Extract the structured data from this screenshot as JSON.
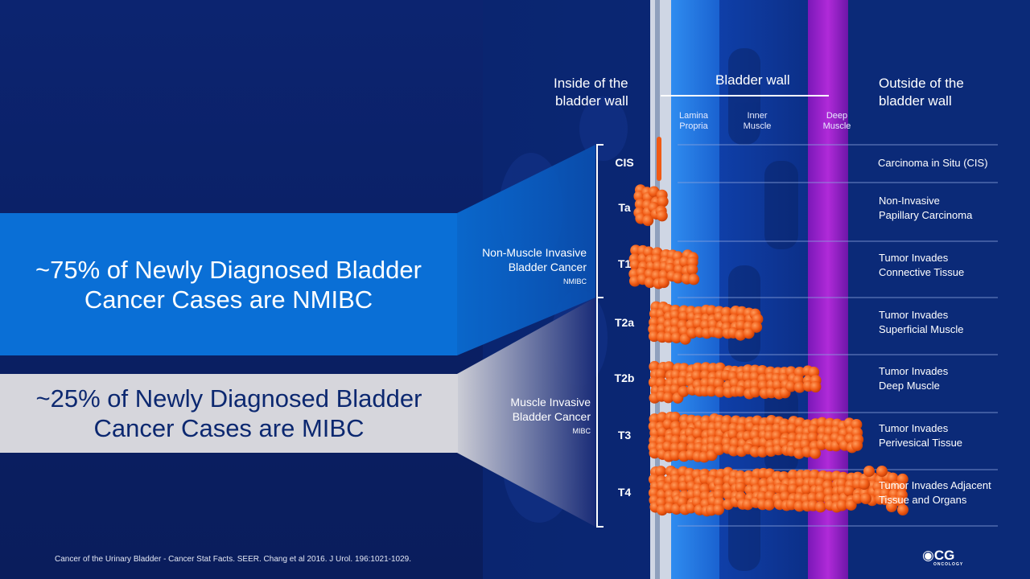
{
  "banners": {
    "nmibc_line1": "~75% of Newly Diagnosed Bladder",
    "nmibc_line2": "Cancer Cases are NMIBC",
    "mibc_line1": "~25% of Newly Diagnosed Bladder",
    "mibc_line2": "Cancer Cases are MIBC"
  },
  "headers": {
    "inside_line1": "Inside of the",
    "inside_line2": "bladder wall",
    "bladder_wall": "Bladder wall",
    "outside_line1": "Outside of the",
    "outside_line2": "bladder wall"
  },
  "layers": [
    {
      "line1": "Lamina",
      "line2": "Propria"
    },
    {
      "line1": "Inner",
      "line2": "Muscle"
    },
    {
      "line1": "Deep",
      "line2": "Muscle"
    }
  ],
  "groups": {
    "nmibc_line1": "Non-Muscle Invasive",
    "nmibc_line2": "Bladder Cancer",
    "nmibc_abbr": "NMIBC",
    "mibc_line1": "Muscle Invasive",
    "mibc_line2": "Bladder Cancer",
    "mibc_abbr": "MIBC"
  },
  "stages": [
    {
      "code": "CIS",
      "desc_line1": "Carcinoma in Situ (CIS)",
      "desc_line2": ""
    },
    {
      "code": "Ta",
      "desc_line1": "Non-Invasive",
      "desc_line2": "Papillary Carcinoma"
    },
    {
      "code": "T1",
      "desc_line1": "Tumor Invades",
      "desc_line2": "Connective Tissue"
    },
    {
      "code": "T2a",
      "desc_line1": "Tumor Invades",
      "desc_line2": "Superficial Muscle"
    },
    {
      "code": "T2b",
      "desc_line1": "Tumor Invades",
      "desc_line2": "Deep Muscle"
    },
    {
      "code": "T3",
      "desc_line1": "Tumor Invades",
      "desc_line2": "Perivesical Tissue"
    },
    {
      "code": "T4",
      "desc_line1": "Tumor Invades Adjacent",
      "desc_line2": "Tissue and Organs"
    }
  ],
  "footer": "Cancer of the Urinary Bladder - Cancer Stat Facts. SEER. Chang et al 2016. J Urol. 196:1021-1029.",
  "logo": {
    "text": "CG",
    "sub": "ONCOLOGY"
  },
  "colors": {
    "nmibc_banner": "#0a6fd6",
    "mibc_banner": "#d6d6dc",
    "tumor": "#f05a14",
    "deep_muscle": "#a020c8",
    "background": "#0b2166"
  }
}
